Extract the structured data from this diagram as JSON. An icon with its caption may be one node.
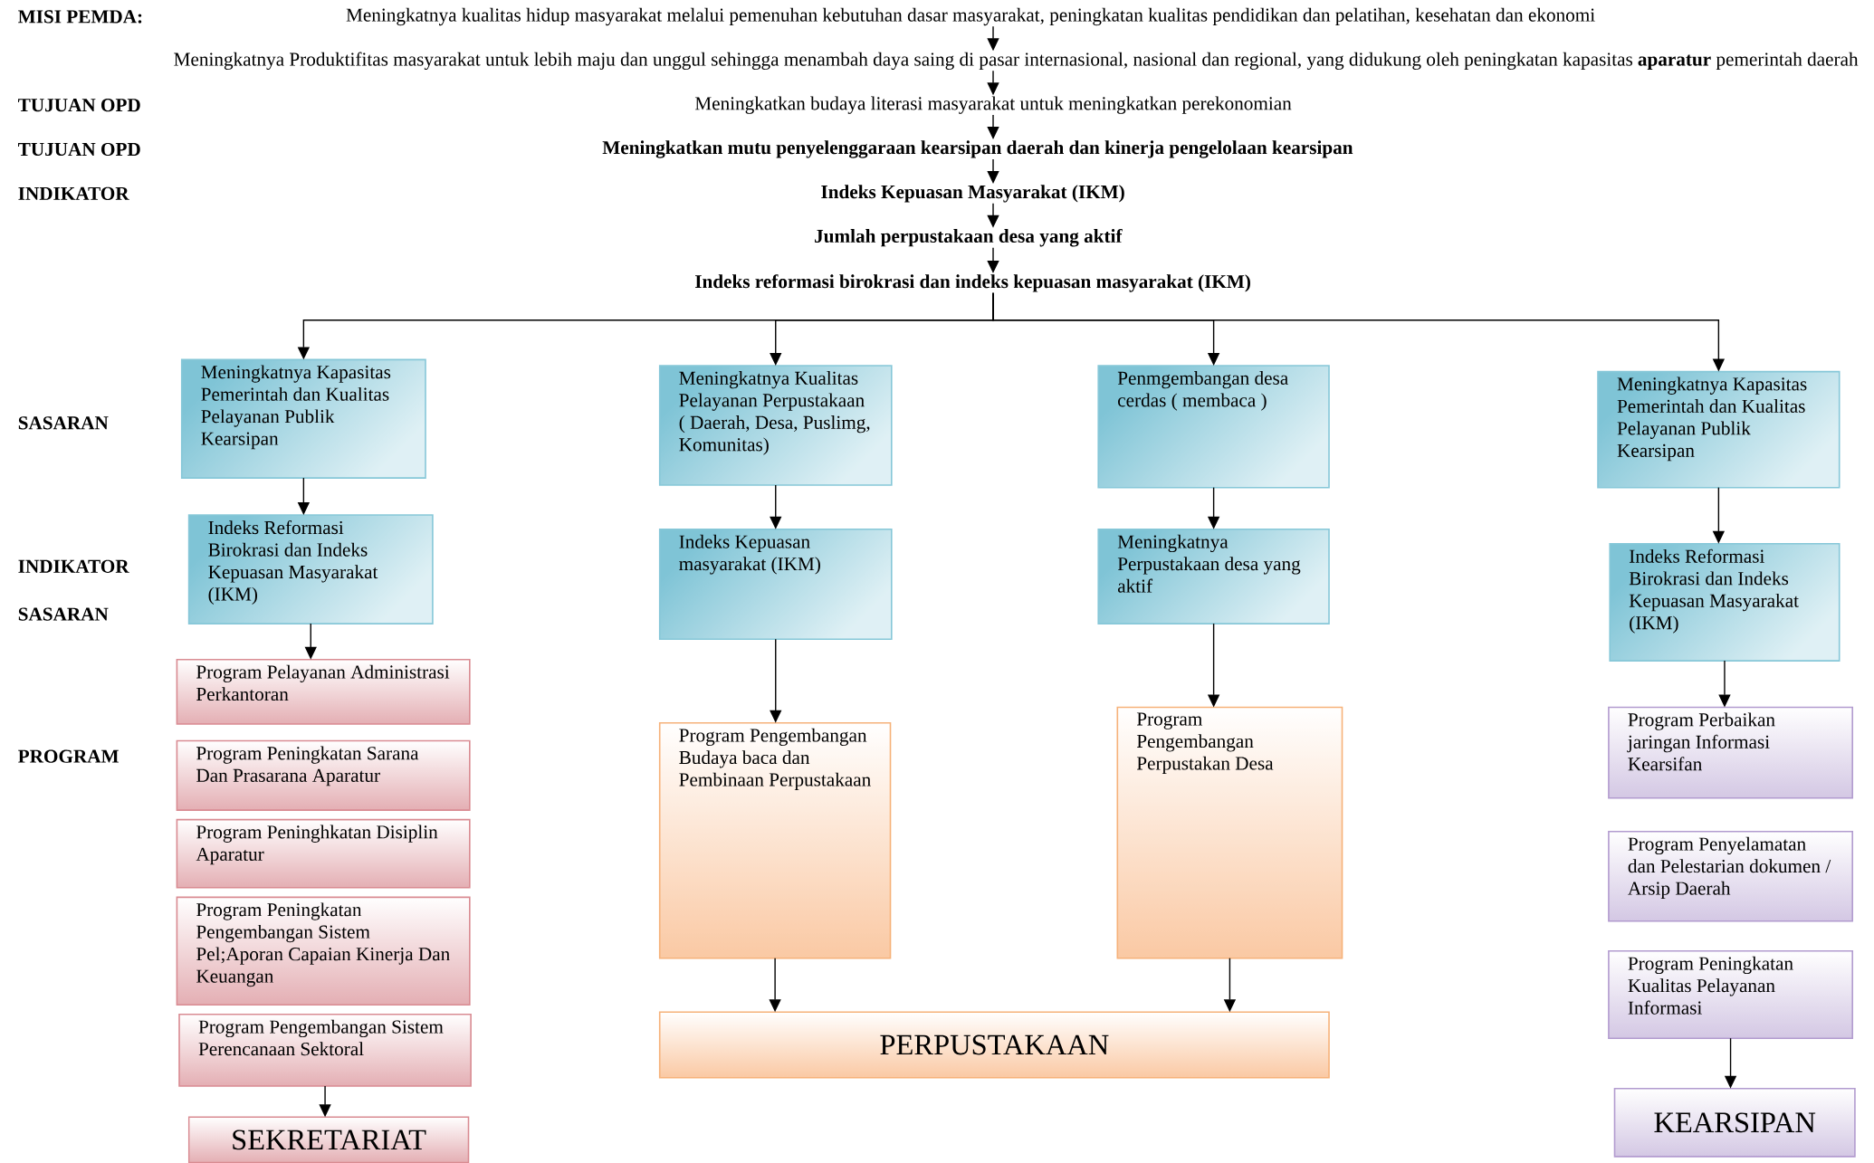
{
  "diagram": {
    "nodes": [
      {
        "text": [
          "Meningkatnya kualitas hidup masyarakat melalui pemenuhan kebutuhan dasar masyarakat, peningkatan kualitas pendidikan dan pelatihan, kesehatan dan ekonomi"
        ]
      },
      {
        "text": [
          "Meningkatnya Produktifitas masyarakat untuk lebih maju dan unggul sehingga menambah daya saing di pasar internasional, nasional dan regional, yang didukung oleh peningkatan kapasitas **aparatur** pemerintah daerah"
        ]
      },
      {
        "text": [
          "Meningkatkan budaya literasi masyarakat untuk meningkatkan perekonomian"
        ]
      },
      {
        "text": [
          "Meningkatkan mutu penyelenggaraan kearsipan daerah dan kinerja pengelolaan kearsipan"
        ]
      },
      {
        "text": [
          "Indeks Kepuasan Masyarakat (IKM)"
        ]
      },
      {
        "text": [
          "Jumlah perpustakaan desa yang aktif"
        ]
      },
      {
        "text": [
          "Indeks reformasi birokrasi dan indeks kepuasan masyarakat (IKM)"
        ]
      },
      {
        "text": [
          "Meningkatnya Kapasitas Pemerintah dan Kualitas Pelayanan Publik Kearsipan"
        ]
      },
      {
        "text": [
          "Meningkatnya Kualitas Pelayanan Perpustakaan ( Daerah, Desa, Puslimg, Komunitas)"
        ]
      },
      {
        "text": [
          "Penmgembangan desa cerdas ( membaca )"
        ]
      },
      {
        "text": [
          "Meningkatnya Kapasitas Pemerintah dan Kualitas Pelayanan Publik Kearsipan"
        ]
      },
      {
        "text": [
          "Indeks Reformasi Birokrasi dan Indeks Kepuasan  Masyarakat (IKM)"
        ]
      },
      {
        "text": [
          "Indeks Kepuasan masyarakat (IKM)"
        ]
      },
      {
        "text": [
          "Meningkatnya Perpustakaan desa yang aktif"
        ]
      },
      {
        "text": [
          "Indeks Reformasi Birokrasi dan Indeks Kepuasan  Masyarakat (IKM)"
        ]
      },
      {
        "text": [
          "Program Pelayanan Administrasi Perkantoran"
        ]
      },
      {
        "text": [
          "Program Peningkatan Sarana Dan Prasarana Aparatur"
        ]
      },
      {
        "text": [
          "Program Peninghkatan Disiplin Aparatur"
        ]
      },
      {
        "text": [
          "Program Peningkatan Pengembangan Sistem Pel;Aporan Capaian Kinerja Dan Keuangan"
        ]
      },
      {
        "text": [
          "Program Pengembangan Sistem Perencanaan Sektoral"
        ]
      },
      {
        "text": [
          "Program Pengembangan Budaya baca dan Pembinaan Perpustakaan"
        ]
      },
      {
        "text": [
          "Program Pengembangan Perpustakan Desa"
        ]
      },
      {
        "text": [
          "Program Perbaikan jaringan Informasi Kearsifan"
        ]
      },
      {
        "text": [
          "Program Penyelamatan dan Pelestarian dokumen / Arsip Daerah"
        ]
      },
      {
        "text": [
          "Program Peningkatan Kualitas Pelayanan Informasi"
        ]
      },
      {
        "text": [
          "SEKRETARIAT"
        ]
      },
      {
        "text": [
          "PERPUSTAKAAN"
        ]
      },
      {
        "text": [
          "KEARSIPAN"
        ]
      }
    ],
    "edges": [
      {
        "from": 0,
        "to": 1,
        "arrow": "to"
      },
      {
        "from": 1,
        "to": 2,
        "arrow": "to"
      },
      {
        "from": 2,
        "to": 3,
        "arrow": "to"
      },
      {
        "from": 3,
        "to": 4,
        "arrow": "to"
      },
      {
        "from": 4,
        "to": 5,
        "arrow": "to"
      },
      {
        "from": 5,
        "to": 6,
        "arrow": "to"
      },
      {
        "from": 6,
        "to": 7,
        "arrow": "to"
      },
      {
        "from": 6,
        "to": 8,
        "arrow": "to"
      },
      {
        "from": 6,
        "to": 9,
        "arrow": "to"
      },
      {
        "from": 6,
        "to": 10,
        "arrow": "to"
      },
      {
        "from": 7,
        "to": 11,
        "arrow": "to"
      },
      {
        "from": 8,
        "to": 12,
        "arrow": "to"
      },
      {
        "from": 9,
        "to": 13,
        "arrow": "to"
      },
      {
        "from": 10,
        "to": 14,
        "arrow": "to"
      },
      {
        "from": 11,
        "to": 15,
        "arrow": "to"
      },
      {
        "from": 12,
        "to": 20,
        "arrow": "to"
      },
      {
        "from": 13,
        "to": 21,
        "arrow": "to"
      },
      {
        "from": 14,
        "to": 22,
        "arrow": "to"
      },
      {
        "from": 19,
        "to": 25,
        "arrow": "to"
      },
      {
        "from": 20,
        "to": 26,
        "arrow": "to"
      },
      {
        "from": 21,
        "to": 26,
        "arrow": "to"
      },
      {
        "from": 24,
        "to": 27,
        "arrow": "to"
      }
    ],
    "labels": [
      "MISI PEMDA:",
      "TUJUAN OPD",
      "TUJUAN OPD",
      "INDIKATOR",
      "SASARAN",
      "INDIKATOR",
      "SASARAN",
      "PROGRAM"
    ]
  }
}
